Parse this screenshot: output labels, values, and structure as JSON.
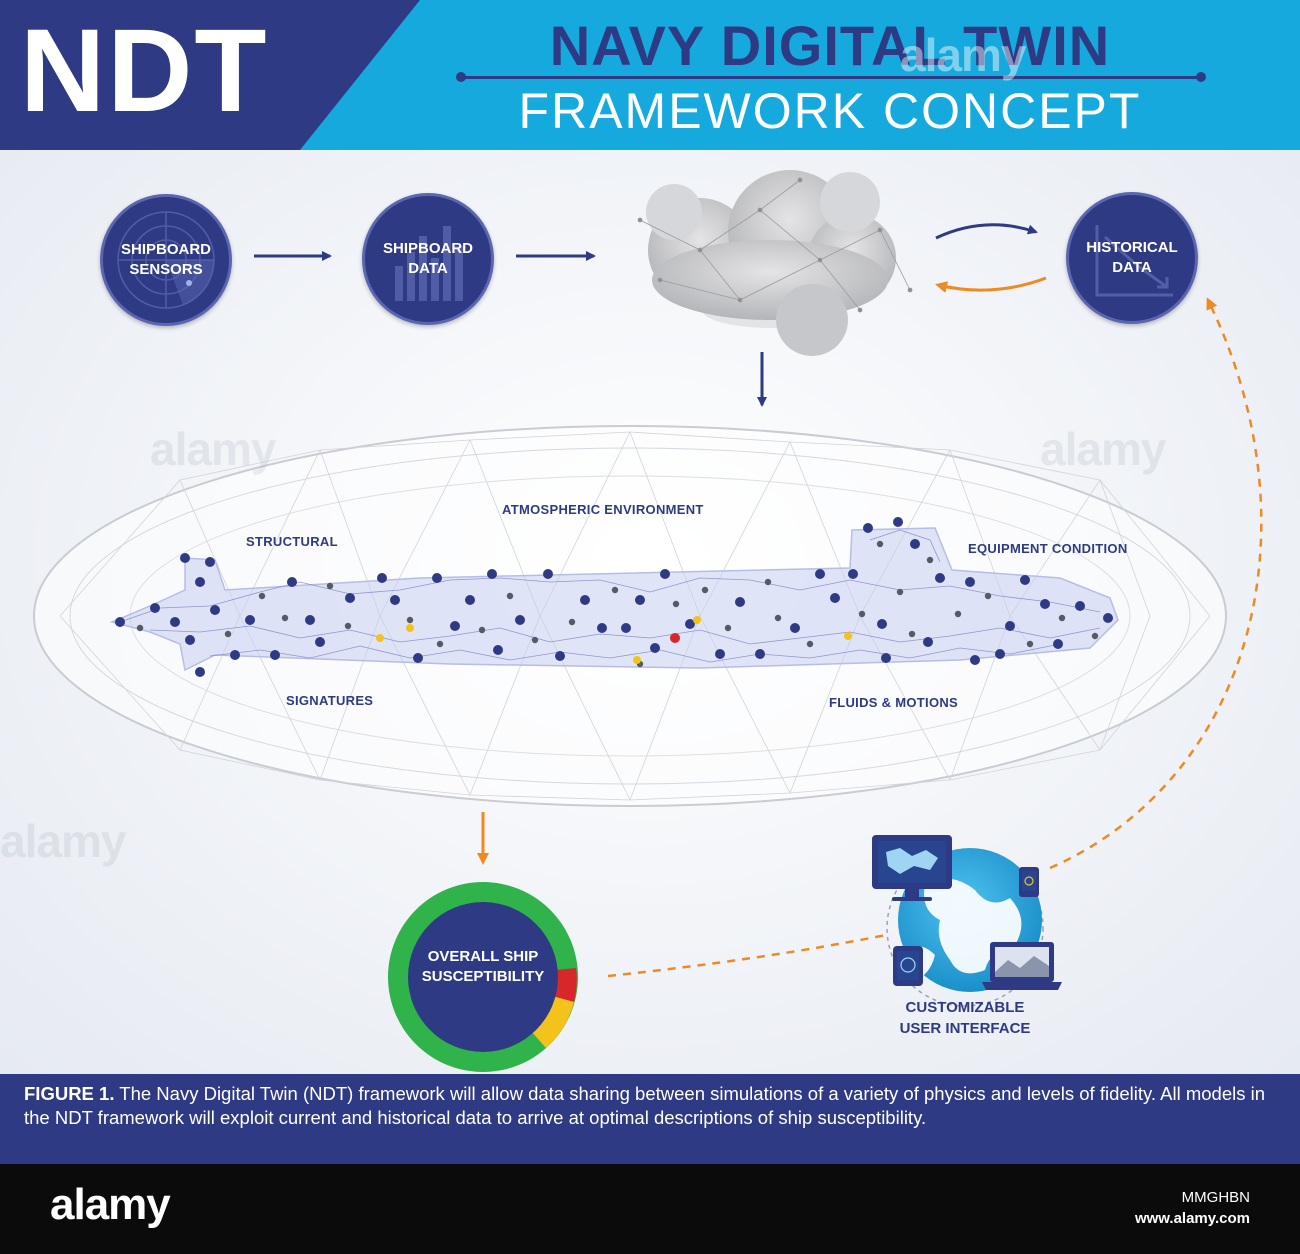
{
  "header": {
    "logo": "NDT",
    "title_line1": "NAVY DIGITAL TWIN",
    "title_line2": "FRAMEWORK CONCEPT"
  },
  "flow_nodes": {
    "sensors": "SHIPBOARD\nSENSORS",
    "data": "SHIPBOARD\nDATA",
    "historical": "HISTORICAL\nDATA"
  },
  "ship_regions": {
    "atmospheric": "ATMOSPHERIC ENVIRONMENT",
    "structural": "STRUCTURAL",
    "equipment": "EQUIPMENT CONDITION",
    "signatures": "SIGNATURES",
    "fluids": "FLUIDS & MOTIONS"
  },
  "susceptibility": {
    "label": "OVERALL SHIP\nSUSCEPTIBILITY",
    "ring_colors": {
      "good": "#2fb34a",
      "warn": "#f3c21b",
      "bad": "#d9262b"
    }
  },
  "user_interface": {
    "label": "CUSTOMIZABLE\nUSER INTERFACE"
  },
  "caption": {
    "lead": "FIGURE 1.",
    "text": " The Navy Digital Twin (NDT) framework will allow data sharing between simulations of a variety of physics and levels of fidelity. All models in the NDT framework will exploit current and historical data to arrive at optimal descriptions of ship susceptibility."
  },
  "footer": {
    "logo": "alamy",
    "image_id": "MMGHBN",
    "url": "www.alamy.com"
  },
  "watermark_text": "alamy",
  "colors": {
    "navy": "#2e3a84",
    "cyan": "#15a9de",
    "orange": "#ef8a22"
  }
}
